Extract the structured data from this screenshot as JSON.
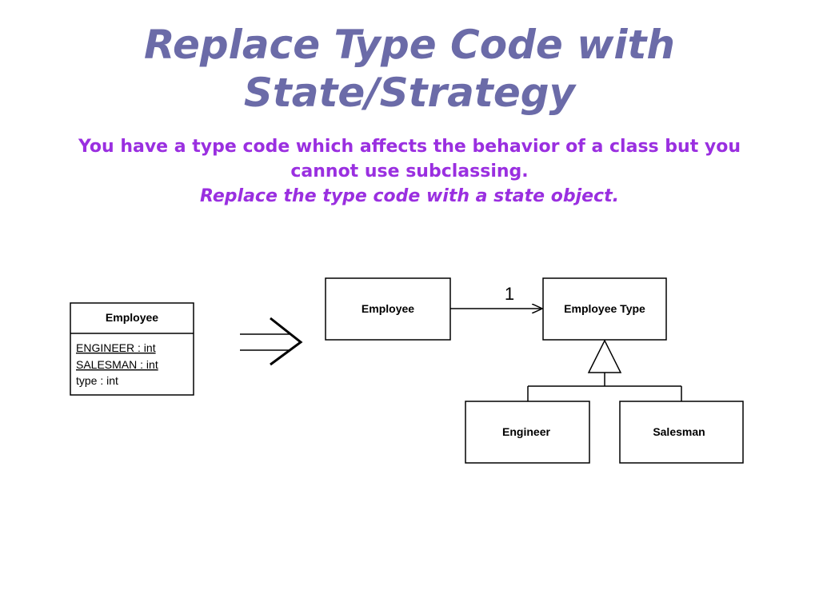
{
  "title": {
    "line1": "Replace Type Code with",
    "line2": "State/Strategy"
  },
  "subtitle": {
    "line1": "You have a type code which affects the behavior of a class but you",
    "line2": "cannot use subclassing.",
    "line3": "Replace the type code with a state object."
  },
  "before": {
    "class_name": "Employee",
    "attributes": [
      "ENGINEER : int",
      "SALESMAN : int",
      "type : int"
    ]
  },
  "transform_symbol": "⇒",
  "after": {
    "employee": "Employee",
    "employee_type": "Employee Type",
    "multiplicity": "1",
    "subclasses": [
      "Engineer",
      "Salesman"
    ]
  }
}
